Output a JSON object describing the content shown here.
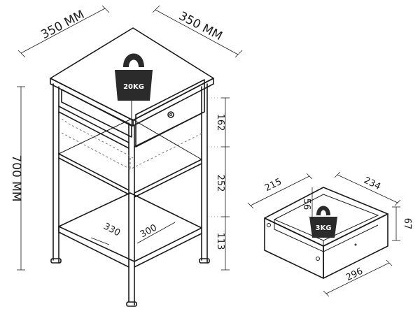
{
  "labels": {
    "width_left": "350 MM",
    "width_right": "350 MM",
    "height_total": "700 MM",
    "seg_top": "162",
    "seg_mid": "252",
    "seg_bottom": "113",
    "shelf_depth": "330",
    "shelf_width": "300",
    "drawer_depth": "215",
    "drawer_width": "234",
    "drawer_inner_height": "56",
    "drawer_outer_height": "67",
    "drawer_front_width": "296"
  },
  "weights": {
    "table_top": "20KG",
    "drawer": "3KG"
  },
  "icons": {
    "weight": "kettlebell-weight-icon"
  },
  "colors": {
    "line": "#1a1a1a",
    "weight_fill": "#2b2b2b"
  }
}
